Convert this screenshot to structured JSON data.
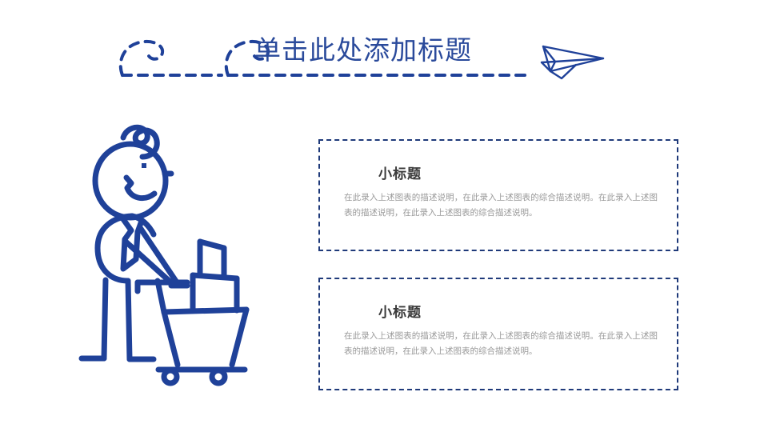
{
  "slide": {
    "background_color": "#ffffff",
    "accent_color": "#1f4199",
    "title_color": "#2a4a9b",
    "border_color": "#1f3a7a",
    "heading_color": "#3a3a3a",
    "body_color": "#9a9a9a"
  },
  "header": {
    "title": "单击此处添加标题",
    "trail_icon": "dashed-loop-trail-icon",
    "plane_icon": "paper-plane-icon"
  },
  "illustration": {
    "name": "stick-figure-pushing-shopping-cart",
    "parts": [
      "head-with-curl",
      "eye",
      "ear",
      "nose-and-smile",
      "body-oval",
      "necktie",
      "arm",
      "legs-with-feet",
      "shopping-cart-basket",
      "cart-box",
      "cart-wheels"
    ]
  },
  "boxes": [
    {
      "heading": "小标题",
      "body": "在此录入上述图表的描述说明，在此录入上述图表的综合描述说明。在此录入上述图表的描述说明，在此录入上述图表的综合描述说明。"
    },
    {
      "heading": "小标题",
      "body": "在此录入上述图表的描述说明，在此录入上述图表的综合描述说明。在此录入上述图表的描述说明，在此录入上述图表的综合描述说明。"
    }
  ]
}
